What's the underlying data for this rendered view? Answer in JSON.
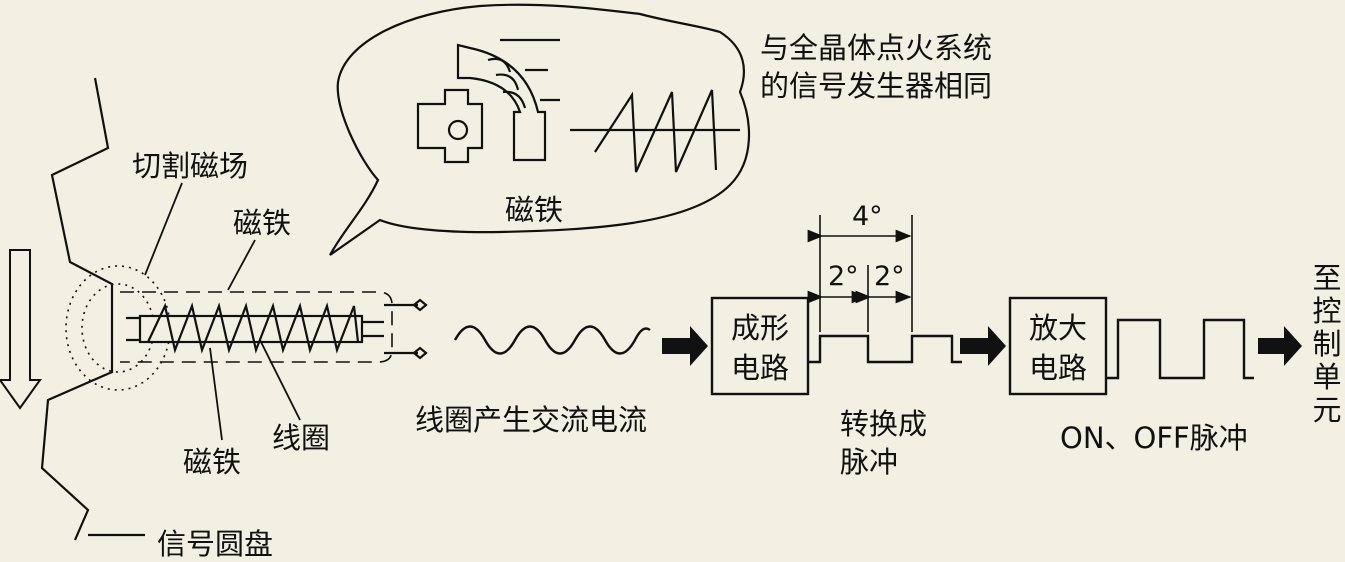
{
  "labels": {
    "bubble_line1": "与全晶体点火系统",
    "bubble_line2": "的信号发生器相同",
    "magnet_in_bubble": "磁铁",
    "cut_field": "切割磁场",
    "magnet_top": "磁铁",
    "magnet_bottom": "磁铁",
    "coil": "线圈",
    "signal_disc": "信号圆盘",
    "coil_ac": "线圈产生交流电流",
    "angle_total": "4°",
    "angle_left": "2°",
    "angle_right": "2°",
    "convert_line1": "转换成",
    "convert_line2": "脉冲",
    "on_off": "ON、OFF脉冲"
  },
  "boxes": {
    "shaping_line1": "成形",
    "shaping_line2": "电路",
    "amp_line1": "放大",
    "amp_line2": "电路"
  },
  "to_control": [
    "至",
    "控",
    "制",
    "单",
    "元"
  ],
  "colors": {
    "background": "#f1f0e2",
    "ink": "#111111"
  }
}
